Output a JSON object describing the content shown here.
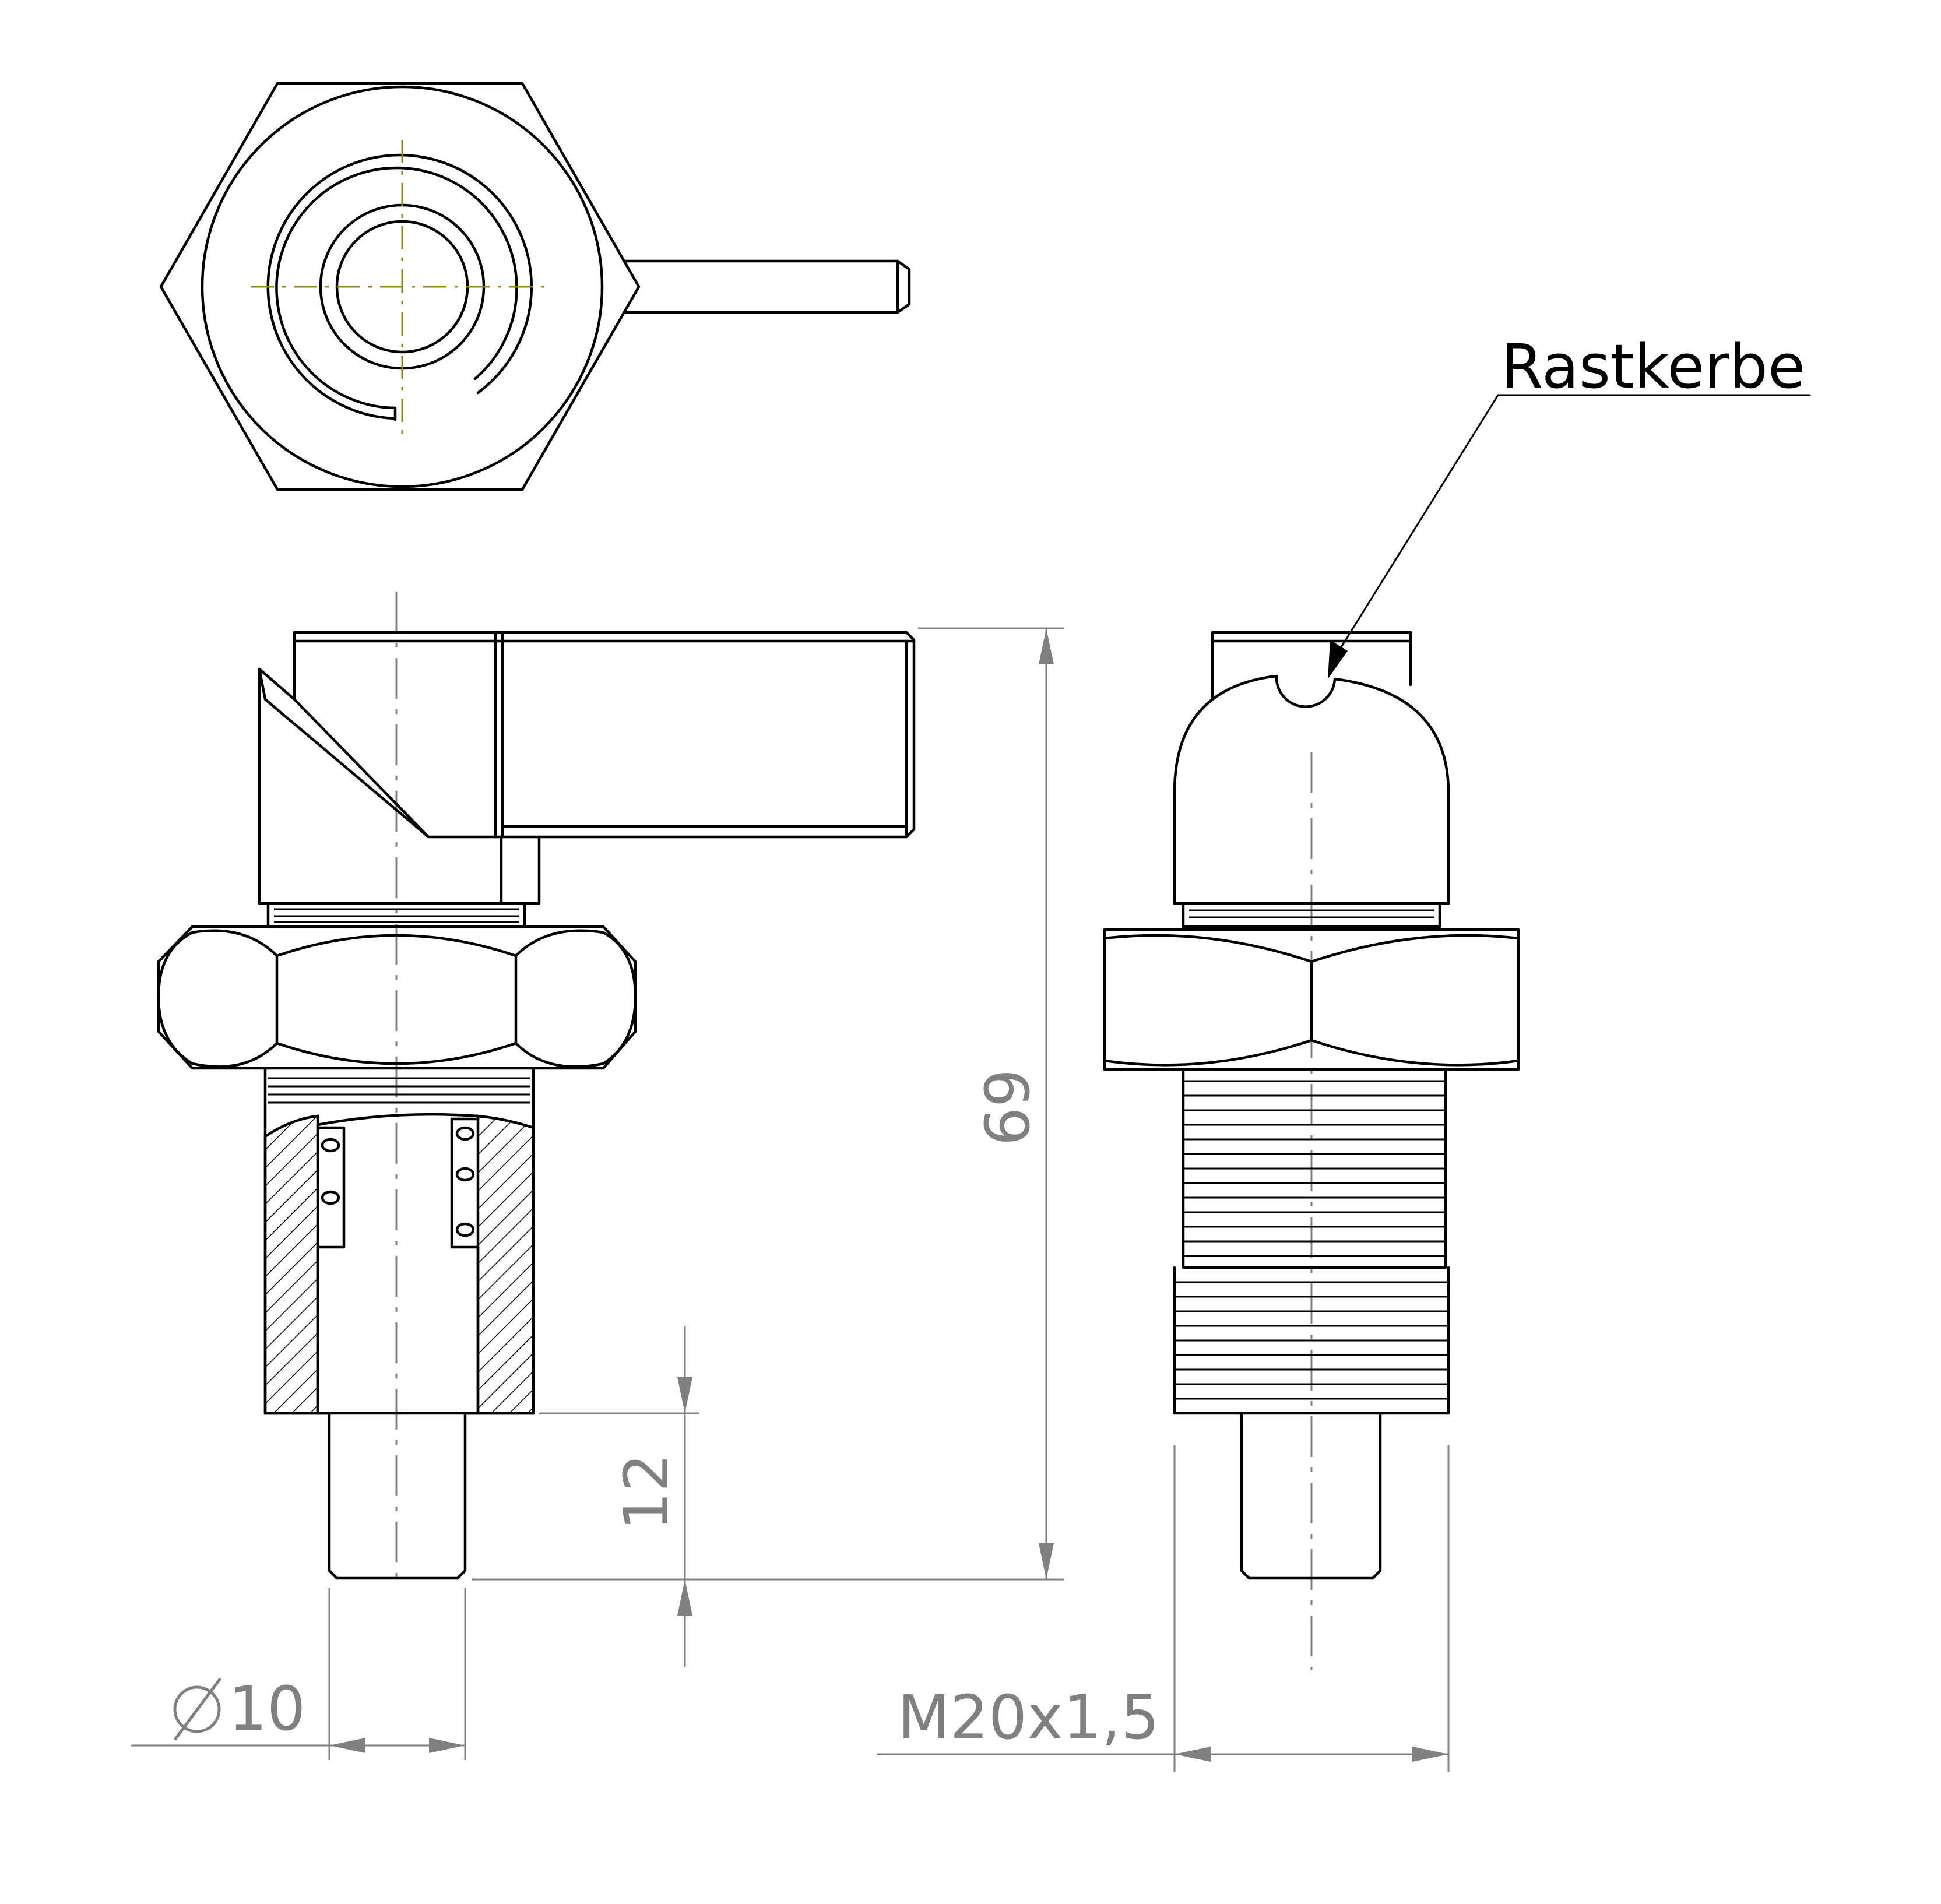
{
  "labels": {
    "note": "Rastkerbe",
    "dim_length": "69",
    "dim_pin": "12",
    "dim_diameter": "10",
    "dim_thread": "M20x1,5"
  },
  "icons": {
    "diameter_symbol": "diameter-symbol"
  },
  "colors": {
    "line": "#000000",
    "dimension": "#808080",
    "centerline": "#8a8a1e"
  }
}
